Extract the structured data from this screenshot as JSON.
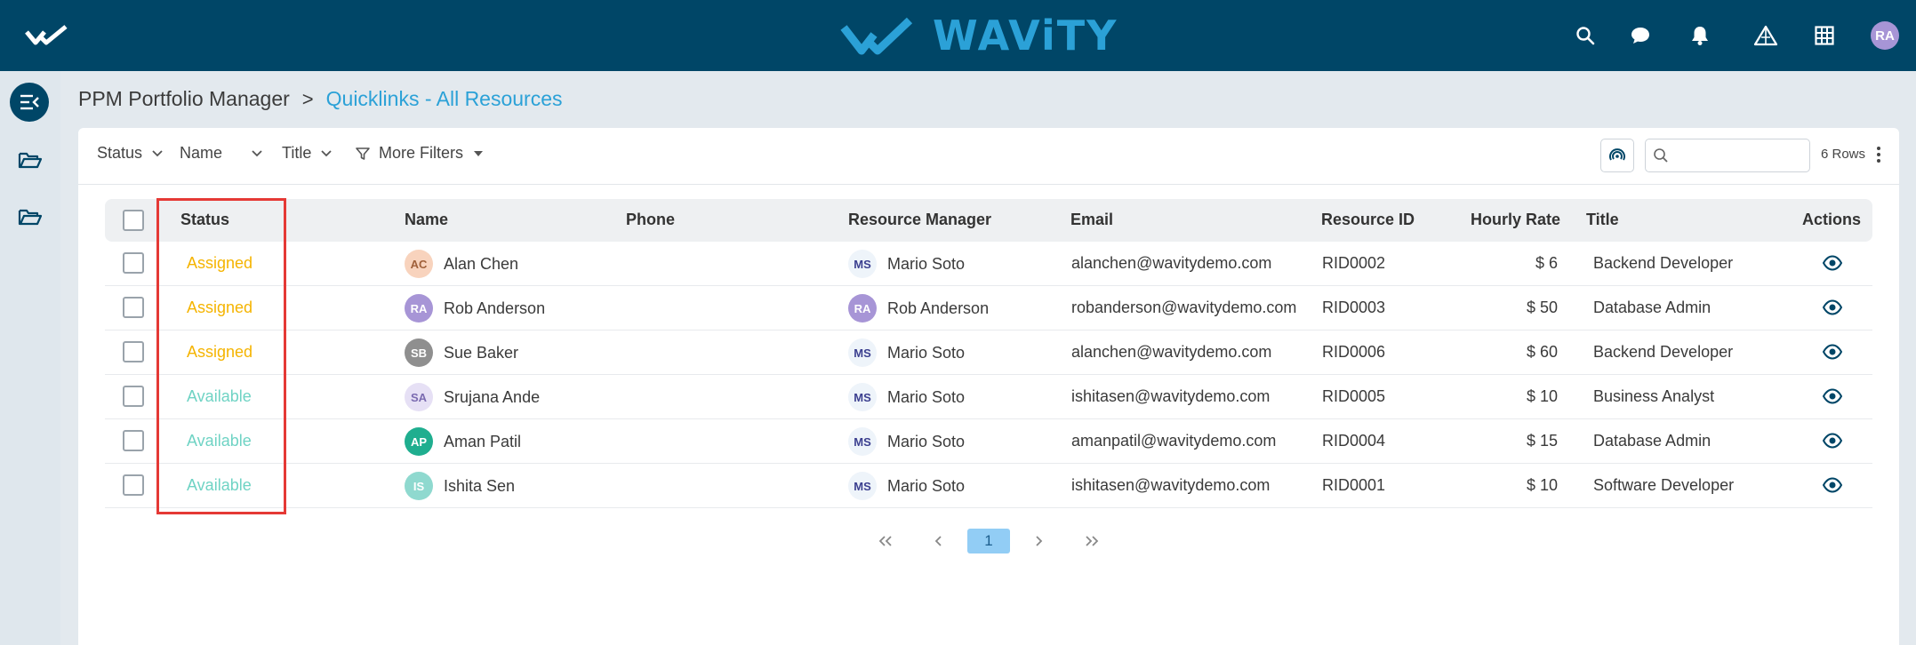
{
  "app": {
    "brand": "WAViTY"
  },
  "user": {
    "initials": "RA"
  },
  "breadcrumb": {
    "root": "PPM Portfolio Manager",
    "separator": ">",
    "current": "Quicklinks - All Resources"
  },
  "filters": {
    "status": "Status",
    "name": "Name",
    "title": "Title",
    "more": "More Filters"
  },
  "search": {
    "placeholder": ""
  },
  "rows_count": "6 Rows",
  "table": {
    "headers": {
      "status": "Status",
      "name": "Name",
      "phone": "Phone",
      "manager": "Resource Manager",
      "email": "Email",
      "resource_id": "Resource ID",
      "rate": "Hourly Rate",
      "title": "Title",
      "actions": "Actions"
    },
    "rows": [
      {
        "status": "Assigned",
        "initials": "AC",
        "name": "Alan Chen",
        "phone": "",
        "mgr_initials": "MS",
        "manager": "Mario Soto",
        "email": "alanchen@wavitydemo.com",
        "resource_id": "RID0002",
        "rate": "$ 6",
        "title": "Backend Developer"
      },
      {
        "status": "Assigned",
        "initials": "RA",
        "name": "Rob Anderson",
        "phone": "",
        "mgr_initials": "RA",
        "manager": "Rob Anderson",
        "email": "robanderson@wavitydemo.com",
        "resource_id": "RID0003",
        "rate": "$ 50",
        "title": "Database Admin"
      },
      {
        "status": "Assigned",
        "initials": "SB",
        "name": "Sue Baker",
        "phone": "",
        "mgr_initials": "MS",
        "manager": "Mario Soto",
        "email": "alanchen@wavitydemo.com",
        "resource_id": "RID0006",
        "rate": "$ 60",
        "title": "Backend Developer"
      },
      {
        "status": "Available",
        "initials": "SA",
        "name": "Srujana Ande",
        "phone": "",
        "mgr_initials": "MS",
        "manager": "Mario Soto",
        "email": "ishitasen@wavitydemo.com",
        "resource_id": "RID0005",
        "rate": "$ 10",
        "title": "Business Analyst"
      },
      {
        "status": "Available",
        "initials": "AP",
        "name": "Aman Patil",
        "phone": "",
        "mgr_initials": "MS",
        "manager": "Mario Soto",
        "email": "amanpatil@wavitydemo.com",
        "resource_id": "RID0004",
        "rate": "$ 15",
        "title": "Database Admin"
      },
      {
        "status": "Available",
        "initials": "IS",
        "name": "Ishita Sen",
        "phone": "",
        "mgr_initials": "MS",
        "manager": "Mario Soto",
        "email": "ishitasen@wavitydemo.com",
        "resource_id": "RID0001",
        "rate": "$ 10",
        "title": "Software Developer"
      }
    ]
  },
  "pagination": {
    "current": "1"
  },
  "colors": {
    "topbar": "#004667",
    "accent": "#2ba1d7",
    "assigned": "#f5b400",
    "available": "#6fd3c4",
    "avatars": {
      "AC": {
        "bg": "#f8d3bd",
        "fg": "#a0603a"
      },
      "RA": {
        "bg": "#a795d6",
        "fg": "#ffffff"
      },
      "SB": {
        "bg": "#8f8f8f",
        "fg": "#ffffff"
      },
      "SA": {
        "bg": "#e6e0f5",
        "fg": "#7a6ab0"
      },
      "AP": {
        "bg": "#1fae8f",
        "fg": "#ffffff"
      },
      "IS": {
        "bg": "#8fd9cf",
        "fg": "#ffffff"
      },
      "MS": {
        "bg": "#eef4fa",
        "fg": "#3b3f8f"
      }
    }
  },
  "icons": [
    "wavity-check-icon",
    "search-icon",
    "chat-icon",
    "bell-icon",
    "tent-icon",
    "grid-icon",
    "collapse-menu-icon",
    "folder-icon",
    "filter-icon",
    "scan-icon",
    "eye-icon",
    "chevron-down-icon"
  ]
}
